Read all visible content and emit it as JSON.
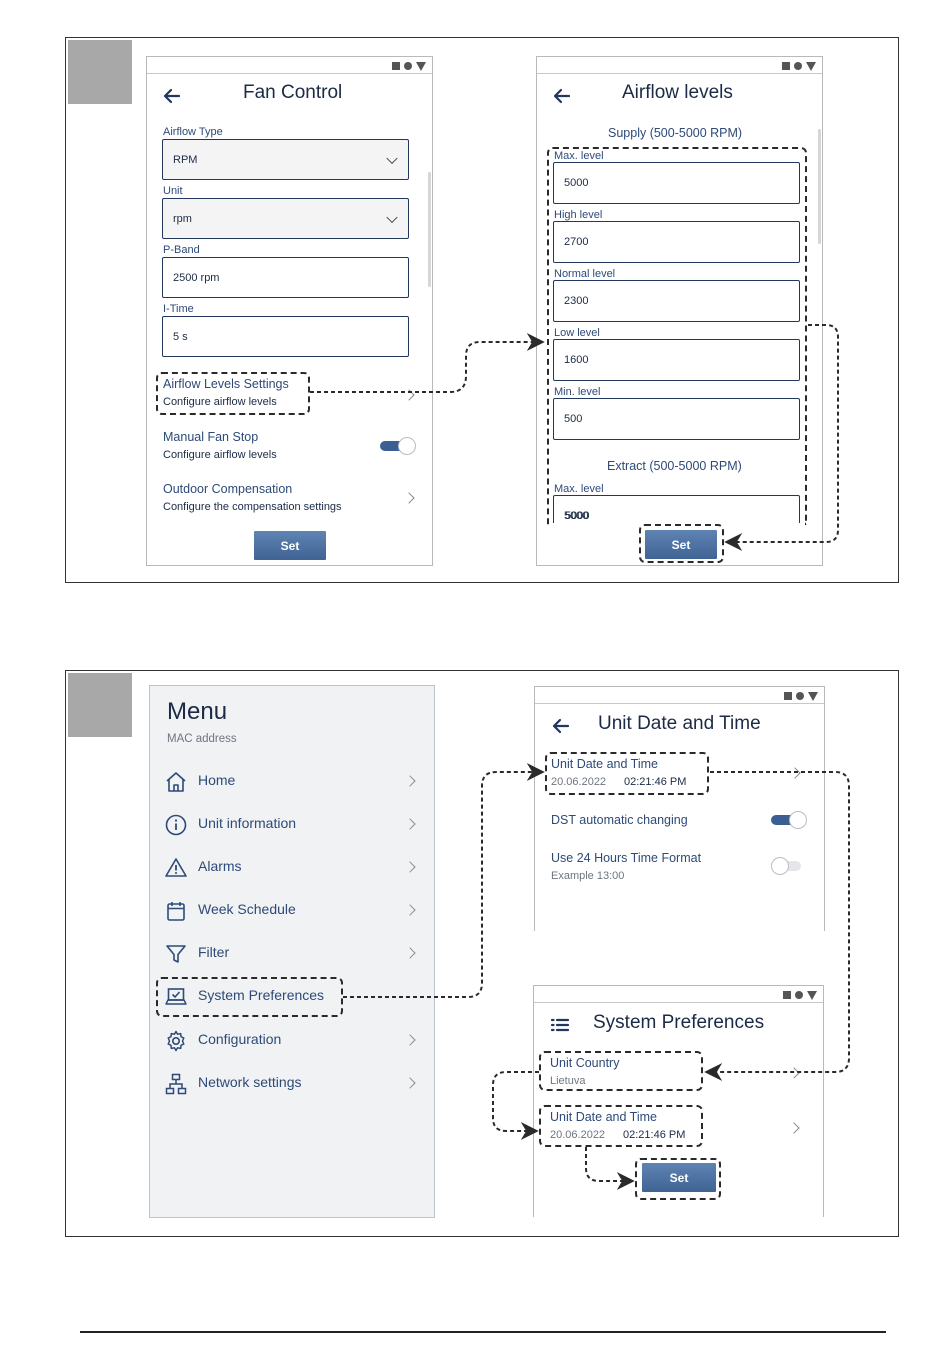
{
  "fan_control": {
    "title": "Fan Control",
    "fields": [
      {
        "label": "Airflow Type",
        "value": "RPM"
      },
      {
        "label": "Unit",
        "value": "rpm"
      },
      {
        "label": "P-Band",
        "value": "2500 rpm"
      },
      {
        "label": "I-Time",
        "value": "5 s"
      }
    ],
    "rows": [
      {
        "title": "Airflow Levels Settings",
        "sub": "Configure airflow levels"
      },
      {
        "title": "Manual Fan Stop",
        "sub": "Configure airflow levels",
        "toggle": "on"
      },
      {
        "title": "Outdoor Compensation",
        "sub": "Configure the compensation settings"
      }
    ],
    "set_label": "Set"
  },
  "airflow_levels": {
    "title": "Airflow levels",
    "supply_heading": "Supply (500-5000 RPM)",
    "supply_fields": [
      {
        "label": "Max. level",
        "value": "5000"
      },
      {
        "label": "High level",
        "value": "2700"
      },
      {
        "label": "Normal level",
        "value": "2300"
      },
      {
        "label": "Low level",
        "value": "1600"
      },
      {
        "label": "Min. level",
        "value": "500"
      }
    ],
    "extract_heading": "Extract (500-5000 RPM)",
    "extract_fields": [
      {
        "label": "Max. level",
        "value": "5000"
      }
    ],
    "set_label": "Set"
  },
  "menu": {
    "title": "Menu",
    "subtitle": "MAC address",
    "items": [
      {
        "label": "Home",
        "icon": "home-icon"
      },
      {
        "label": "Unit information",
        "icon": "info-icon"
      },
      {
        "label": "Alarms",
        "icon": "warning-icon"
      },
      {
        "label": "Week Schedule",
        "icon": "calendar-icon"
      },
      {
        "label": "Filter",
        "icon": "filter-icon"
      },
      {
        "label": "System Preferences",
        "icon": "laptop-check-icon"
      },
      {
        "label": "Configuration",
        "icon": "gear-icon"
      },
      {
        "label": "Network settings",
        "icon": "network-icon"
      }
    ]
  },
  "unit_date_time": {
    "title": "Unit Date and Time",
    "row": {
      "title": "Unit Date and Time",
      "date": "20.06.2022",
      "time": "02:21:46 PM"
    },
    "dst": {
      "title": "DST automatic changing",
      "toggle": "on"
    },
    "format24": {
      "title": "Use 24 Hours Time Format",
      "sub": "Example 13:00",
      "toggle": "off"
    }
  },
  "system_preferences": {
    "title": "System Preferences",
    "country": {
      "title": "Unit Country",
      "value": "Lietuva"
    },
    "date_time": {
      "title": "Unit Date and Time",
      "date": "20.06.2022",
      "time": "02:21:46 PM"
    },
    "set_label": "Set"
  },
  "colors": {
    "accent": "#3b5f92",
    "button": "#4f75a6",
    "text": "#1b2b45",
    "label": "#2d4a78"
  }
}
